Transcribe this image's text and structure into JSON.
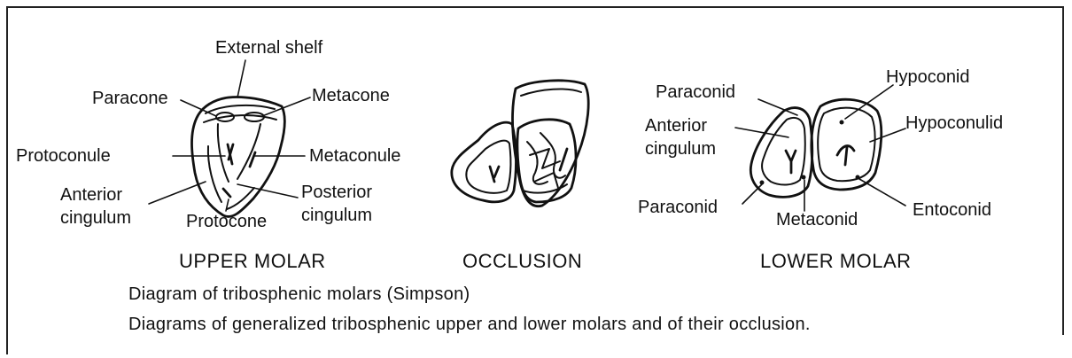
{
  "upper_molar": {
    "title": "UPPER MOLAR",
    "labels": {
      "external_shelf": "External shelf",
      "paracone": "Paracone",
      "metacone": "Metacone",
      "protoconule": "Protoconule",
      "metaconule": "Metaconule",
      "anterior_cingulum_1": "Anterior",
      "anterior_cingulum_2": "cingulum",
      "protocone": "Protocone",
      "posterior_cingulum_1": "Posterior",
      "posterior_cingulum_2": "cingulum"
    }
  },
  "occlusion": {
    "title": "OCCLUSION"
  },
  "lower_molar": {
    "title": "LOWER MOLAR",
    "labels": {
      "paraconid_top": "Paraconid",
      "hypoconid": "Hypoconid",
      "anterior_cingulum_1": "Anterior",
      "anterior_cingulum_2": "cingulum",
      "hypoconulid": "Hypoconulid",
      "paraconid_bottom": "Paraconid",
      "metaconid": "Metaconid",
      "entoconid": "Entoconid"
    }
  },
  "caption": {
    "line1": "Diagram of tribosphenic molars (Simpson)",
    "line2": "Diagrams of generalized tribosphenic upper and lower molars and of their occlusion."
  }
}
